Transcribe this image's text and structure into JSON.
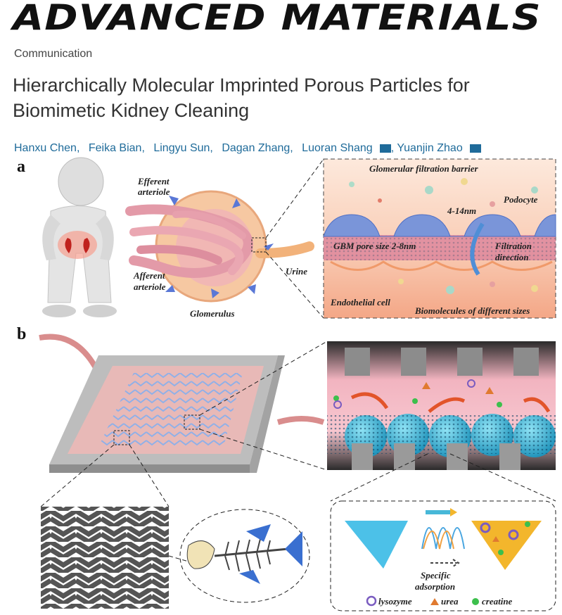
{
  "header": {
    "journal": "ADVANCED MATERIALS",
    "article_type": "Communication",
    "title": "Hierarchically Molecular Imprinted Porous Particles for Biomimetic Kidney Cleaning",
    "authors": [
      "Hanxu Chen,",
      "Feika Bian,",
      "Lingyu Sun,",
      "Dagan Zhang,",
      "Luoran Shang",
      "Yuanjin Zhao"
    ]
  },
  "figure": {
    "panel_a": {
      "label": "a",
      "efferent": [
        "Efferent",
        "arteriole"
      ],
      "afferent": [
        "Afferent",
        "arteriole"
      ],
      "urine": "Urine",
      "glomerulus": "Glomerulus",
      "barrier_title": "Glomerular filtration barrier",
      "podocyte": "Podocyte",
      "gap": "4-14nm",
      "gbm": "GBM pore size 2-8nm",
      "filtration": [
        "Filtration",
        "direction"
      ],
      "endothelial": "Endothelial cell",
      "biomolecules": "Biomolecules of different sizes"
    },
    "panel_b": {
      "label": "b",
      "specific": [
        "Specific",
        "adsorption"
      ],
      "legend": [
        "lysozyme",
        "urea",
        "creatine"
      ]
    },
    "colors": {
      "podocyte_blue": "#6f8fd6",
      "gbm_pink": "#d98aa0",
      "barrier_bg": "#f7c9b0",
      "chip_gray": "#a9a9a9",
      "particle_cyan": "#2fb9d9",
      "gold": "#f0b030",
      "urea_orange": "#e07a30",
      "creatine_green": "#3cbf4c",
      "lysozyme_purple": "#7a5cc0"
    }
  }
}
